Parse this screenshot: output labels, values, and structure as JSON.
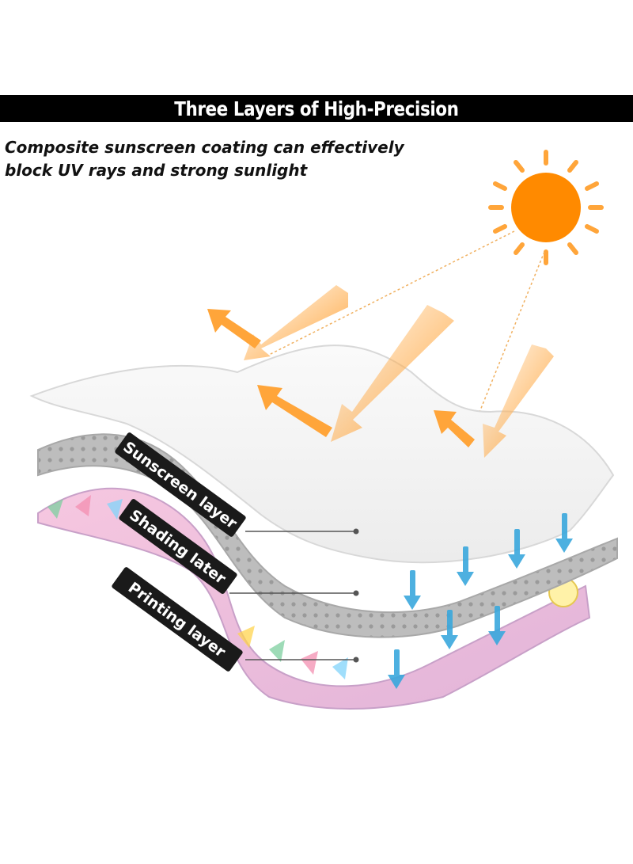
{
  "header": {
    "title": "Three Layers of High-Precision"
  },
  "caption": {
    "line1": "Composite sunscreen coating can effectively",
    "line2": "block UV rays and strong sunlight"
  },
  "layers": [
    {
      "label": "Sunscreen layer"
    },
    {
      "label": "Shading later"
    },
    {
      "label": "Printing layer"
    }
  ],
  "colors": {
    "title_bar": "#000000",
    "sun": "#ff8a00",
    "rays": "#ffa53a",
    "uv_arrows": "#3aa8dd",
    "sunscreen_layer": "#f3f3f3",
    "shading_layer": "#bdbdbd",
    "printing_layer": "#e8b8d4",
    "label_tag": "#1a1a1a"
  },
  "icons": [
    "sun-icon",
    "reflection-arrow-icon",
    "uv-down-arrow-icon"
  ]
}
